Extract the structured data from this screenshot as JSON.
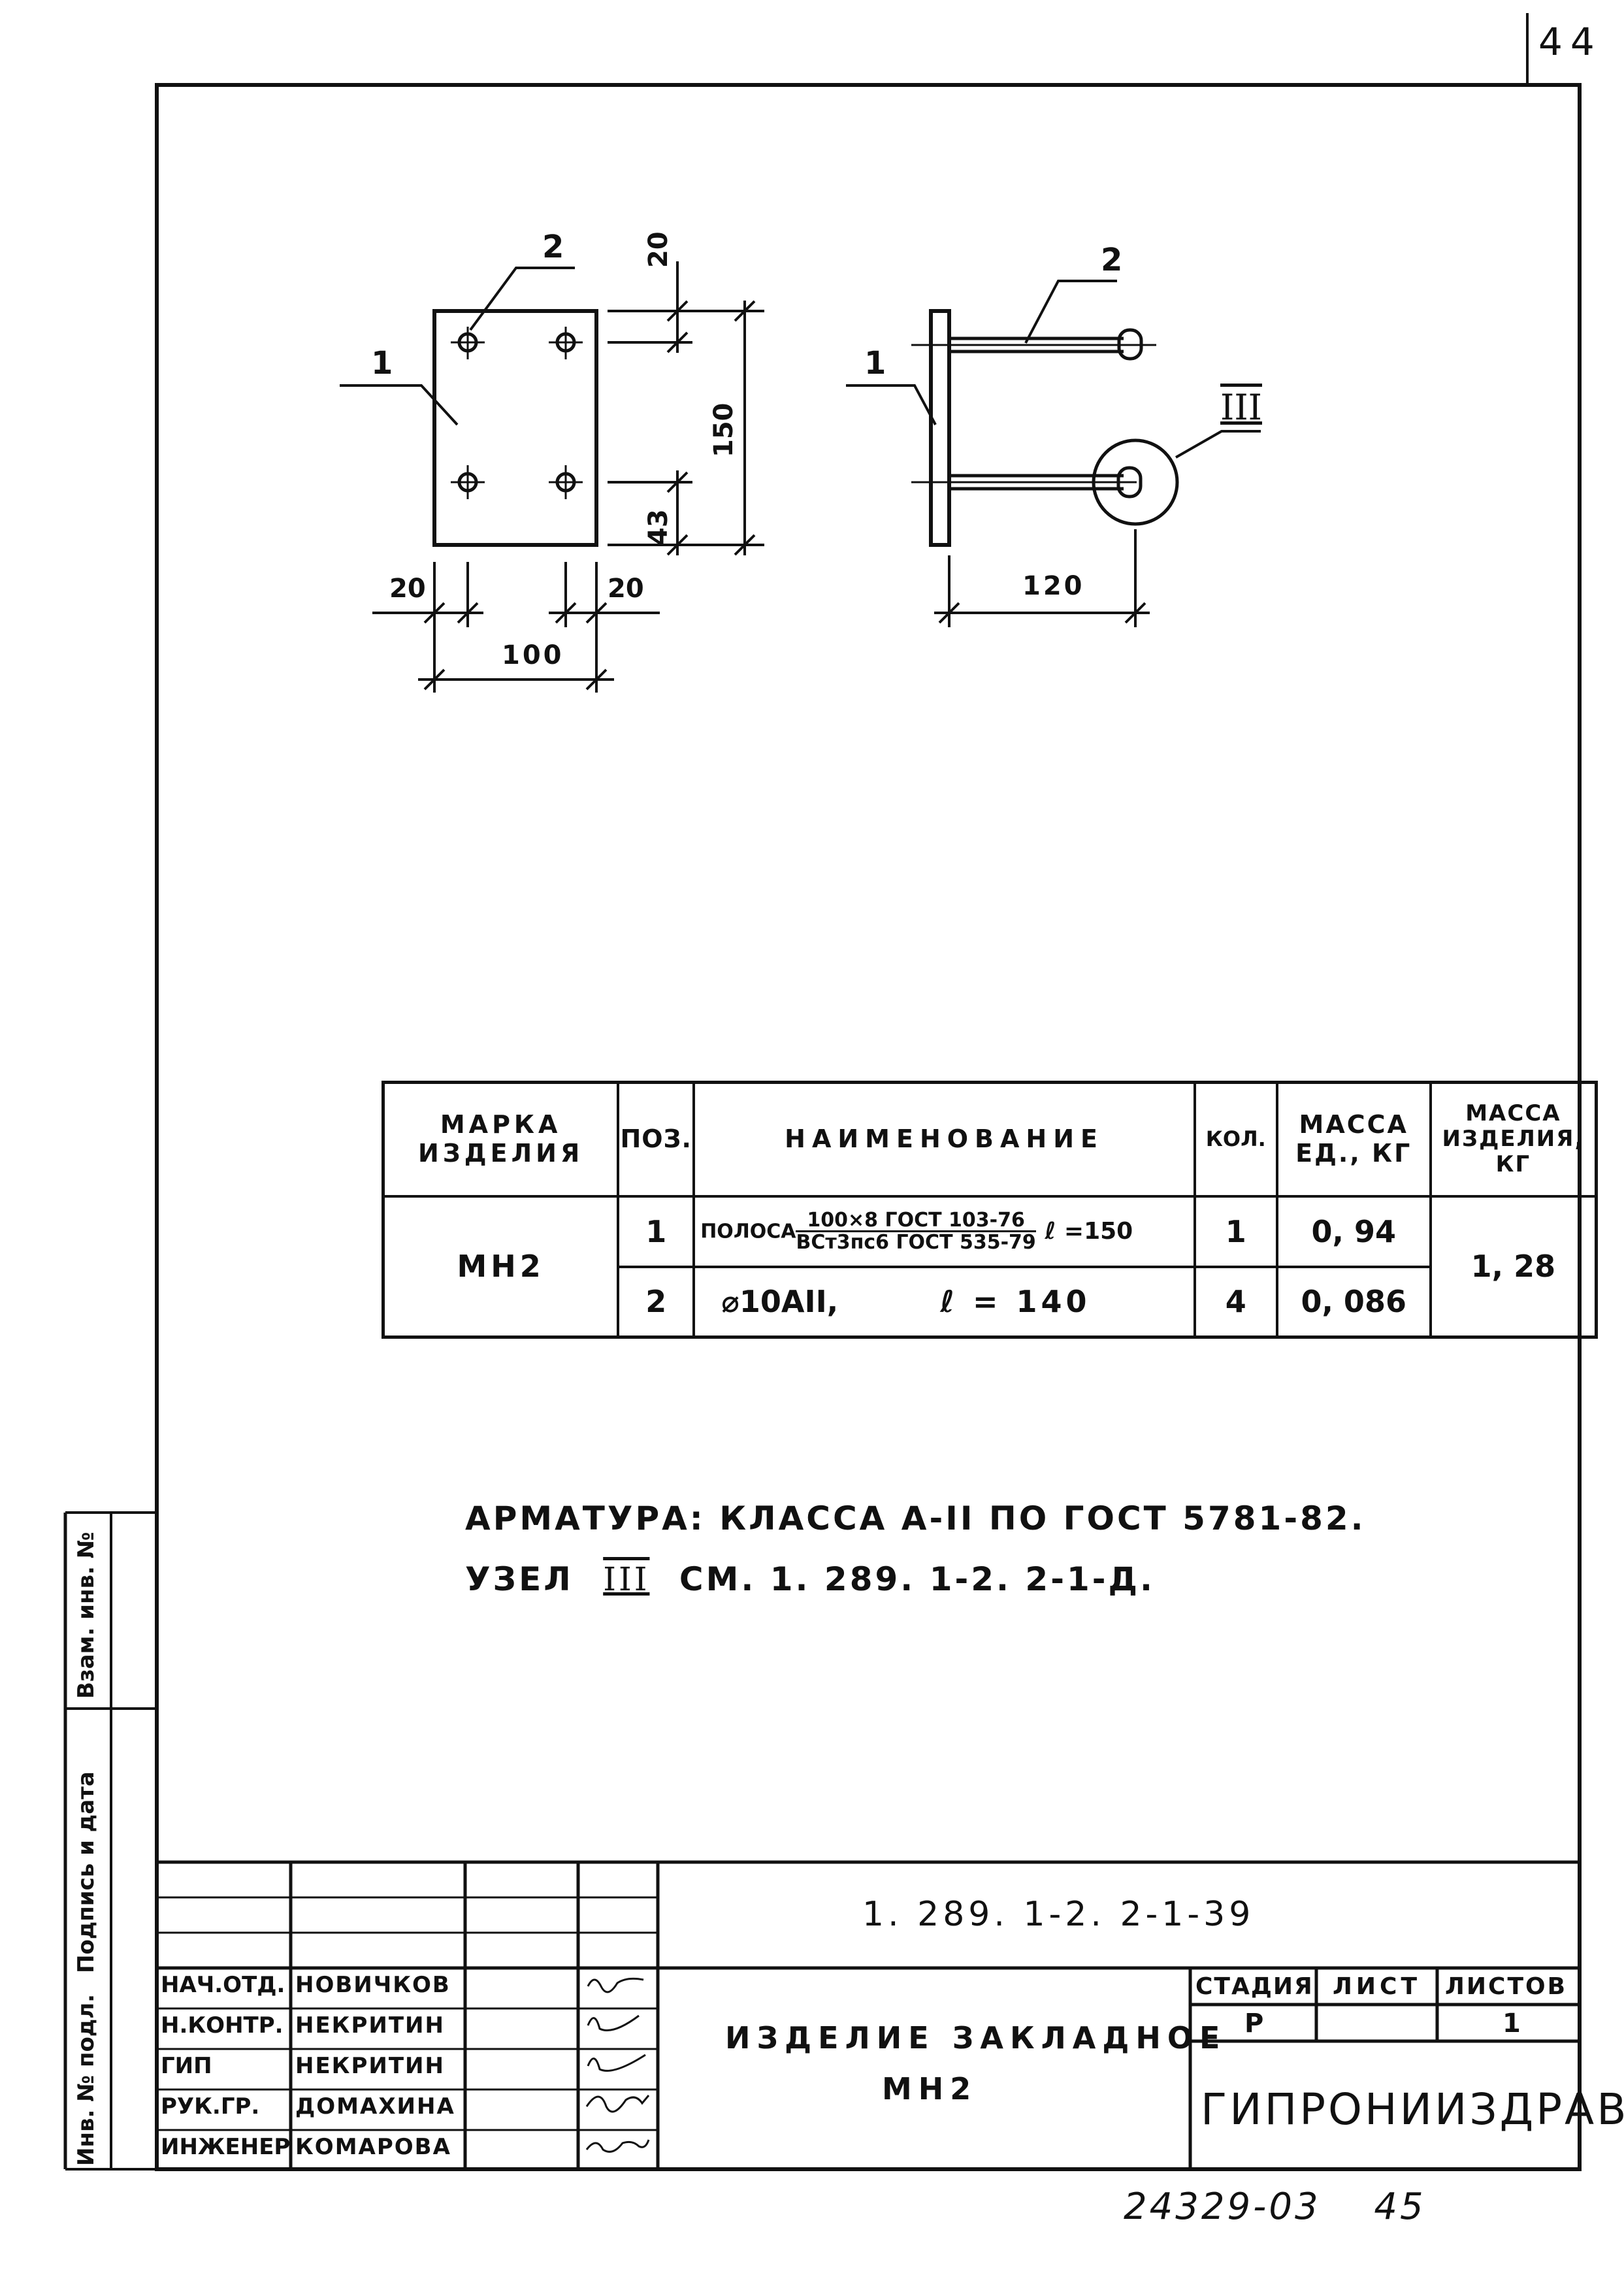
{
  "page": {
    "sheet_number": "44",
    "bottom_number": "24329-03",
    "bottom_page": "45"
  },
  "drawing": {
    "front_view": {
      "leader_pos_1": "1",
      "leader_pos_2": "2",
      "dim_top_offset": "20",
      "dim_height": "150",
      "dim_bottom_offset": "43",
      "dim_left_offset": "20",
      "dim_right_offset": "20",
      "dim_width": "100"
    },
    "side_view": {
      "leader_pos_1": "1",
      "leader_pos_2": "2",
      "node_label": "III",
      "dim_length": "120"
    }
  },
  "spec_table": {
    "headers": {
      "mark": "МАРКА ИЗДЕЛИЯ",
      "pos": "ПОЗ.",
      "name": "НАИМЕНОВАНИЕ",
      "qty": "КОЛ.",
      "unit_mass": "МАССА ЕД., КГ",
      "item_mass": "МАССА ИЗДЕЛИЯ, КГ"
    },
    "mark_value": "МН2",
    "item_mass_value": "1, 28",
    "rows": [
      {
        "pos": "1",
        "name_prefix": "ПОЛОСА",
        "name_num": "100×8 ГОСТ 103-76",
        "name_den": "ВСт3пс6 ГОСТ 535-79",
        "name_len": "ℓ =150",
        "qty": "1",
        "unit_mass": "0, 94"
      },
      {
        "pos": "2",
        "name_main": "⌀10АII,",
        "name_len": "ℓ = 140",
        "qty": "4",
        "unit_mass": "0, 086"
      }
    ]
  },
  "notes": {
    "line1": "АРМАТУРА: КЛАССА А-II ПО ГОСТ 5781-82.",
    "line2_prefix": "УЗЕЛ",
    "line2_node": "III",
    "line2_rest": "СМ. 1. 289. 1-2. 2-1-Д."
  },
  "side_stamp": {
    "field1": "Инв. № подл.",
    "field2": "Подпись и дата",
    "field3": "Взам. инв. №"
  },
  "title_block": {
    "doc_code": "1. 289. 1-2. 2-1-39",
    "roles": [
      {
        "role": "НАЧ.ОТД.",
        "name": "НОВИЧКОВ"
      },
      {
        "role": "Н.КОНТР.",
        "name": "НЕКРИТИН"
      },
      {
        "role": "ГИП",
        "name": "НЕКРИТИН"
      },
      {
        "role": "РУК.ГР.",
        "name": "ДОМАХИНА"
      },
      {
        "role": "ИНЖЕНЕР",
        "name": "КОМАРОВА"
      }
    ],
    "title_line1": "ИЗДЕЛИЕ ЗАКЛАДНОЕ",
    "title_line2": "МН2",
    "stage_header": "СТАДИЯ",
    "sheet_header": "ЛИСТ",
    "sheets_header": "ЛИСТОВ",
    "stage_value": "Р",
    "sheet_value": "",
    "sheets_value": "1",
    "organization": "ГИПРОНИИЗДРАВ"
  }
}
